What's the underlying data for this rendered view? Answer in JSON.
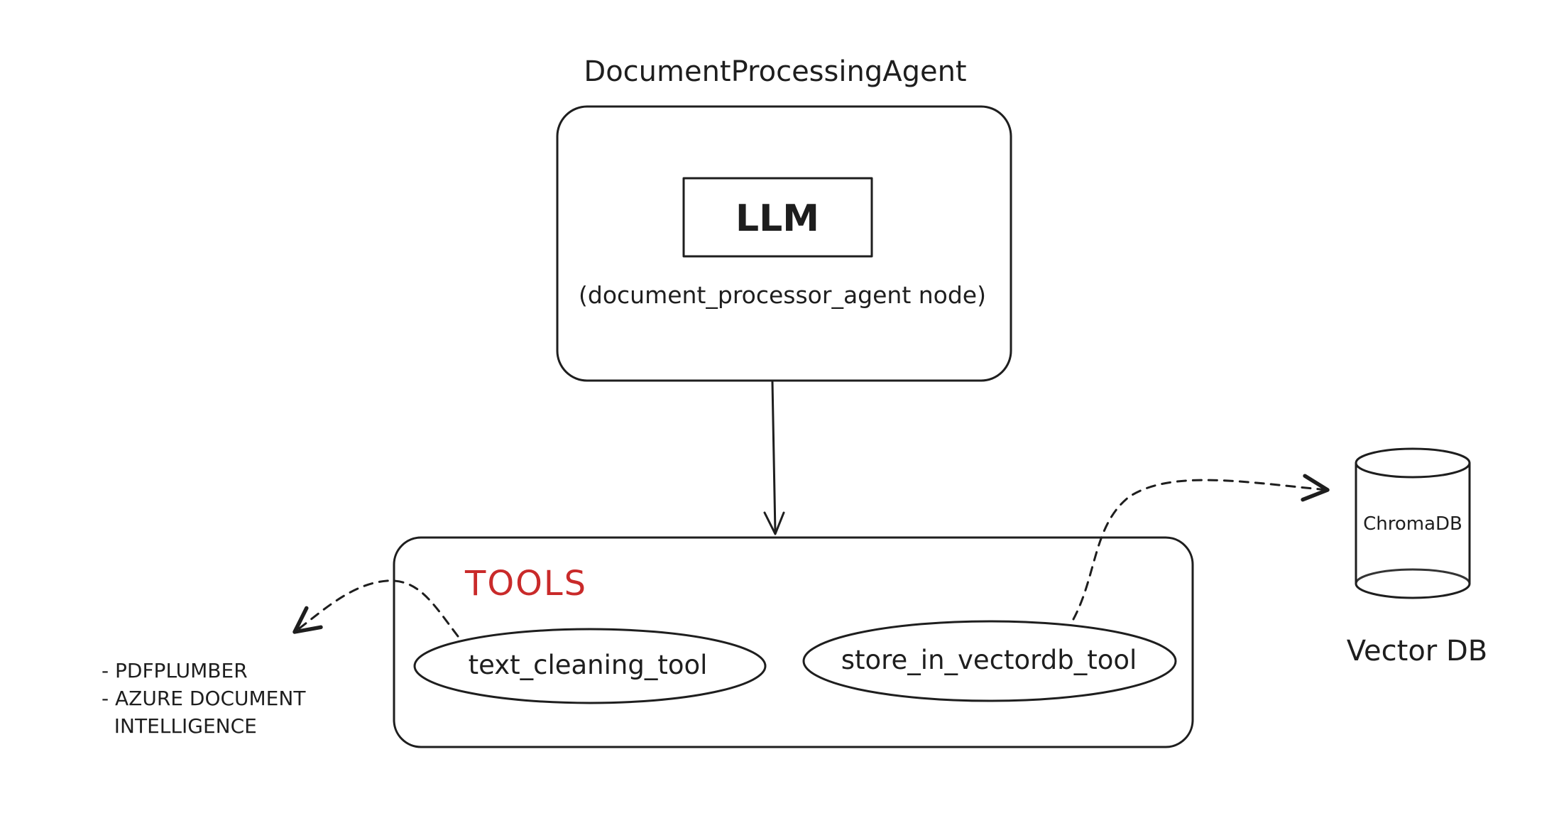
{
  "diagram": {
    "agent": {
      "title": "DocumentProcessingAgent",
      "llm_label": "LLM",
      "node_label": "(document_processor_agent node)"
    },
    "tools": {
      "title": "TOOLS",
      "title_color": "#c92a2a",
      "items": [
        {
          "label": "text_cleaning_tool"
        },
        {
          "label": "store_in_vectordb_tool"
        }
      ]
    },
    "parsers": {
      "lines": [
        "- PDFPLUMBER",
        "- AZURE DOCUMENT",
        "  INTELLIGENCE"
      ]
    },
    "vector_db": {
      "cylinder_label": "ChromaDB",
      "caption": "Vector DB",
      "icon": "database-cylinder-icon"
    },
    "connectors": [
      {
        "from": "agent",
        "to": "tools",
        "style": "solid"
      },
      {
        "from": "text_cleaning_tool",
        "to": "parsers",
        "style": "dashed"
      },
      {
        "from": "store_in_vectordb_tool",
        "to": "vector_db",
        "style": "dashed"
      }
    ],
    "stroke_color": "#1e1e1e"
  }
}
